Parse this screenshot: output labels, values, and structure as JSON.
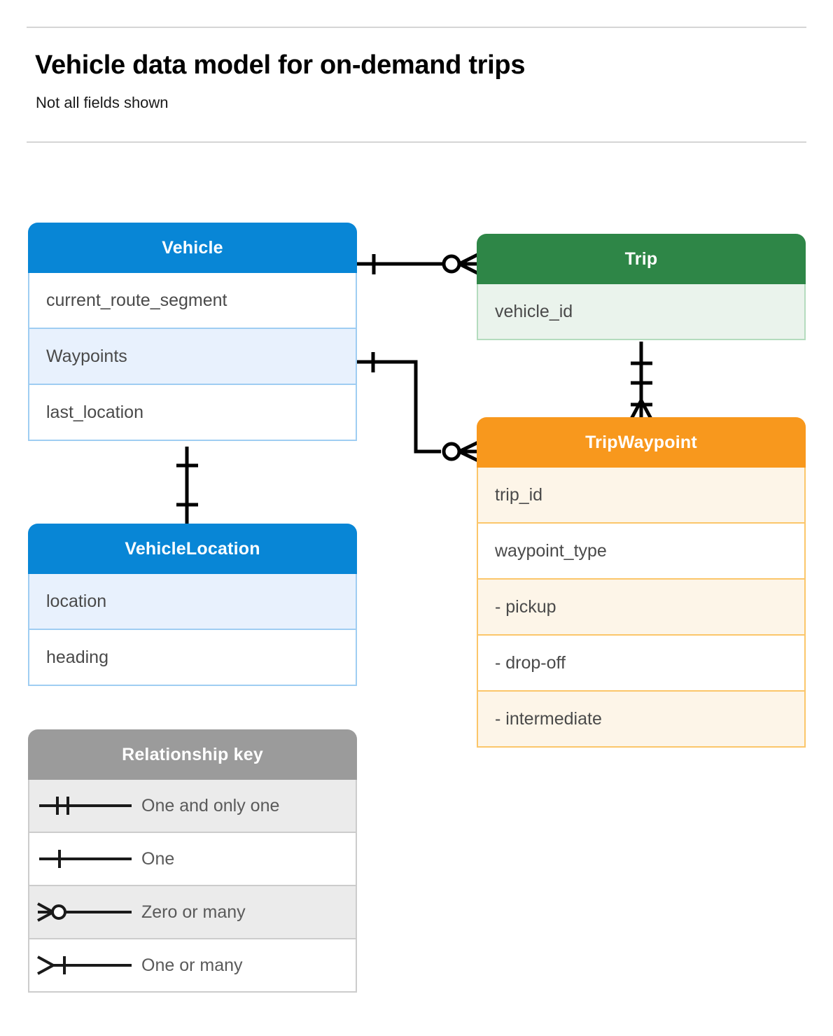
{
  "header": {
    "title": "Vehicle data model for on-demand trips",
    "subtitle": "Not all fields shown"
  },
  "colors": {
    "blue": "#0886d6",
    "blue_row_highlight": "#e8f1fd",
    "blue_border": "#9fcdf2",
    "green": "#2e8647",
    "green_row_highlight": "#eaf3ec",
    "green_border": "#b4dcbe",
    "orange": "#f8981d",
    "orange_row_highlight": "#fdf5e8",
    "orange_border": "#fbc66a",
    "grey": "#9b9b9b",
    "grey_row_highlight": "#ebebeb",
    "text": "#4a4a4a",
    "connector": "#000000"
  },
  "entities": [
    {
      "id": "vehicle",
      "name": "Vehicle",
      "theme": "blue",
      "fields": [
        {
          "label": "current_route_segment",
          "highlight": false
        },
        {
          "label": "Waypoints",
          "highlight": true
        },
        {
          "label": "last_location",
          "highlight": false
        }
      ]
    },
    {
      "id": "vehiclelocation",
      "name": "VehicleLocation",
      "theme": "blue",
      "fields": [
        {
          "label": "location",
          "highlight": true
        },
        {
          "label": "heading",
          "highlight": false
        }
      ]
    },
    {
      "id": "trip",
      "name": "Trip",
      "theme": "green",
      "fields": [
        {
          "label": "vehicle_id",
          "highlight": true
        }
      ]
    },
    {
      "id": "tripwaypoint",
      "name": "TripWaypoint",
      "theme": "orange",
      "fields": [
        {
          "label": "trip_id",
          "highlight": true
        },
        {
          "label": "waypoint_type",
          "highlight": false
        },
        {
          "label": "-  pickup",
          "highlight": true
        },
        {
          "label": "-  drop-off",
          "highlight": false
        },
        {
          "label": "-  intermediate",
          "highlight": true
        }
      ]
    }
  ],
  "legend": {
    "title": "Relationship key",
    "rows": [
      {
        "label": "One and only one",
        "symbol": "one-and-only-one-symbol",
        "highlight": true
      },
      {
        "label": "One",
        "symbol": "one-symbol",
        "highlight": false
      },
      {
        "label": "Zero or many",
        "symbol": "zero-or-many-symbol",
        "highlight": true
      },
      {
        "label": "One or many",
        "symbol": "one-or-many-symbol",
        "highlight": false
      }
    ]
  },
  "relationships": [
    {
      "id": "vehicle-to-trip",
      "from": "Vehicle",
      "to": "Trip",
      "from_cardinality": "One",
      "to_cardinality": "Zero or many"
    },
    {
      "id": "vehicle-waypoints-to-tripwaypoint",
      "from": "Vehicle.Waypoints",
      "to": "TripWaypoint",
      "from_cardinality": "One",
      "to_cardinality": "Zero or many"
    },
    {
      "id": "trip-to-tripwaypoint",
      "from": "Trip",
      "to": "TripWaypoint",
      "from_cardinality": "One and only one",
      "to_cardinality": "One or many"
    },
    {
      "id": "vehicle-to-vehiclelocation",
      "from": "Vehicle",
      "to": "VehicleLocation",
      "from_cardinality": "One",
      "to_cardinality": "One"
    }
  ]
}
